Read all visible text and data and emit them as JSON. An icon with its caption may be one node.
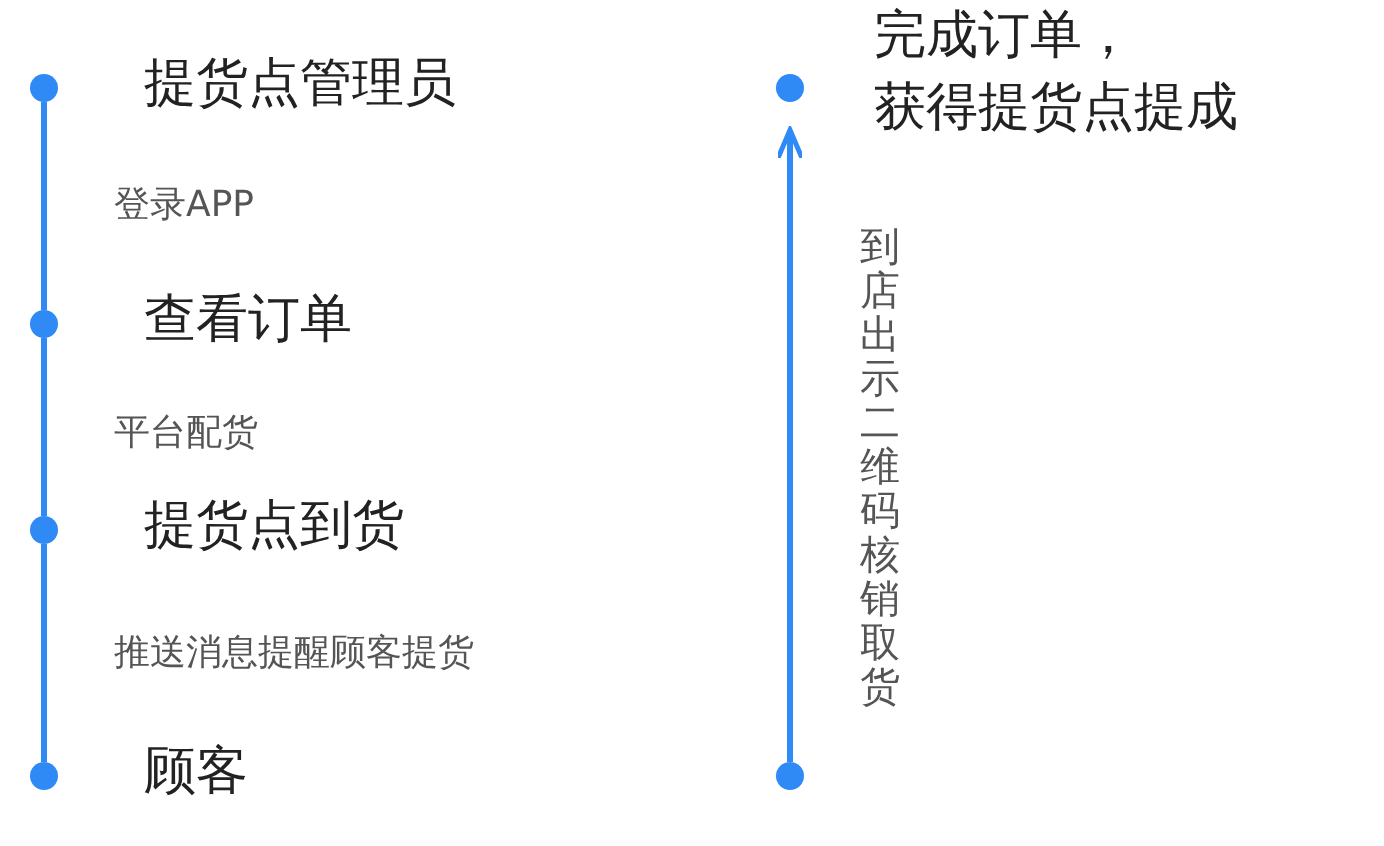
{
  "diagram": {
    "nodes": [
      {
        "text": [
          "提货点管理员"
        ]
      },
      {
        "text": [
          "查看订单"
        ]
      },
      {
        "text": [
          "提货点到货"
        ]
      },
      {
        "text": [
          "顾客"
        ]
      },
      {
        "text": [],
        "shape": "circle"
      },
      {
        "text": [
          "完成订单，获得提货点提成"
        ]
      }
    ],
    "edges": [
      {
        "from": 0,
        "to": 1,
        "arrow": "none",
        "label": "登录APP"
      },
      {
        "from": 1,
        "to": 2,
        "arrow": "none",
        "label": "平台配货"
      },
      {
        "from": 2,
        "to": 3,
        "arrow": "none",
        "label": "推送消息提醒顾客提货"
      },
      {
        "from": 4,
        "to": 5,
        "arrow": "to",
        "label": "到店出示二维码核销取货"
      }
    ]
  }
}
